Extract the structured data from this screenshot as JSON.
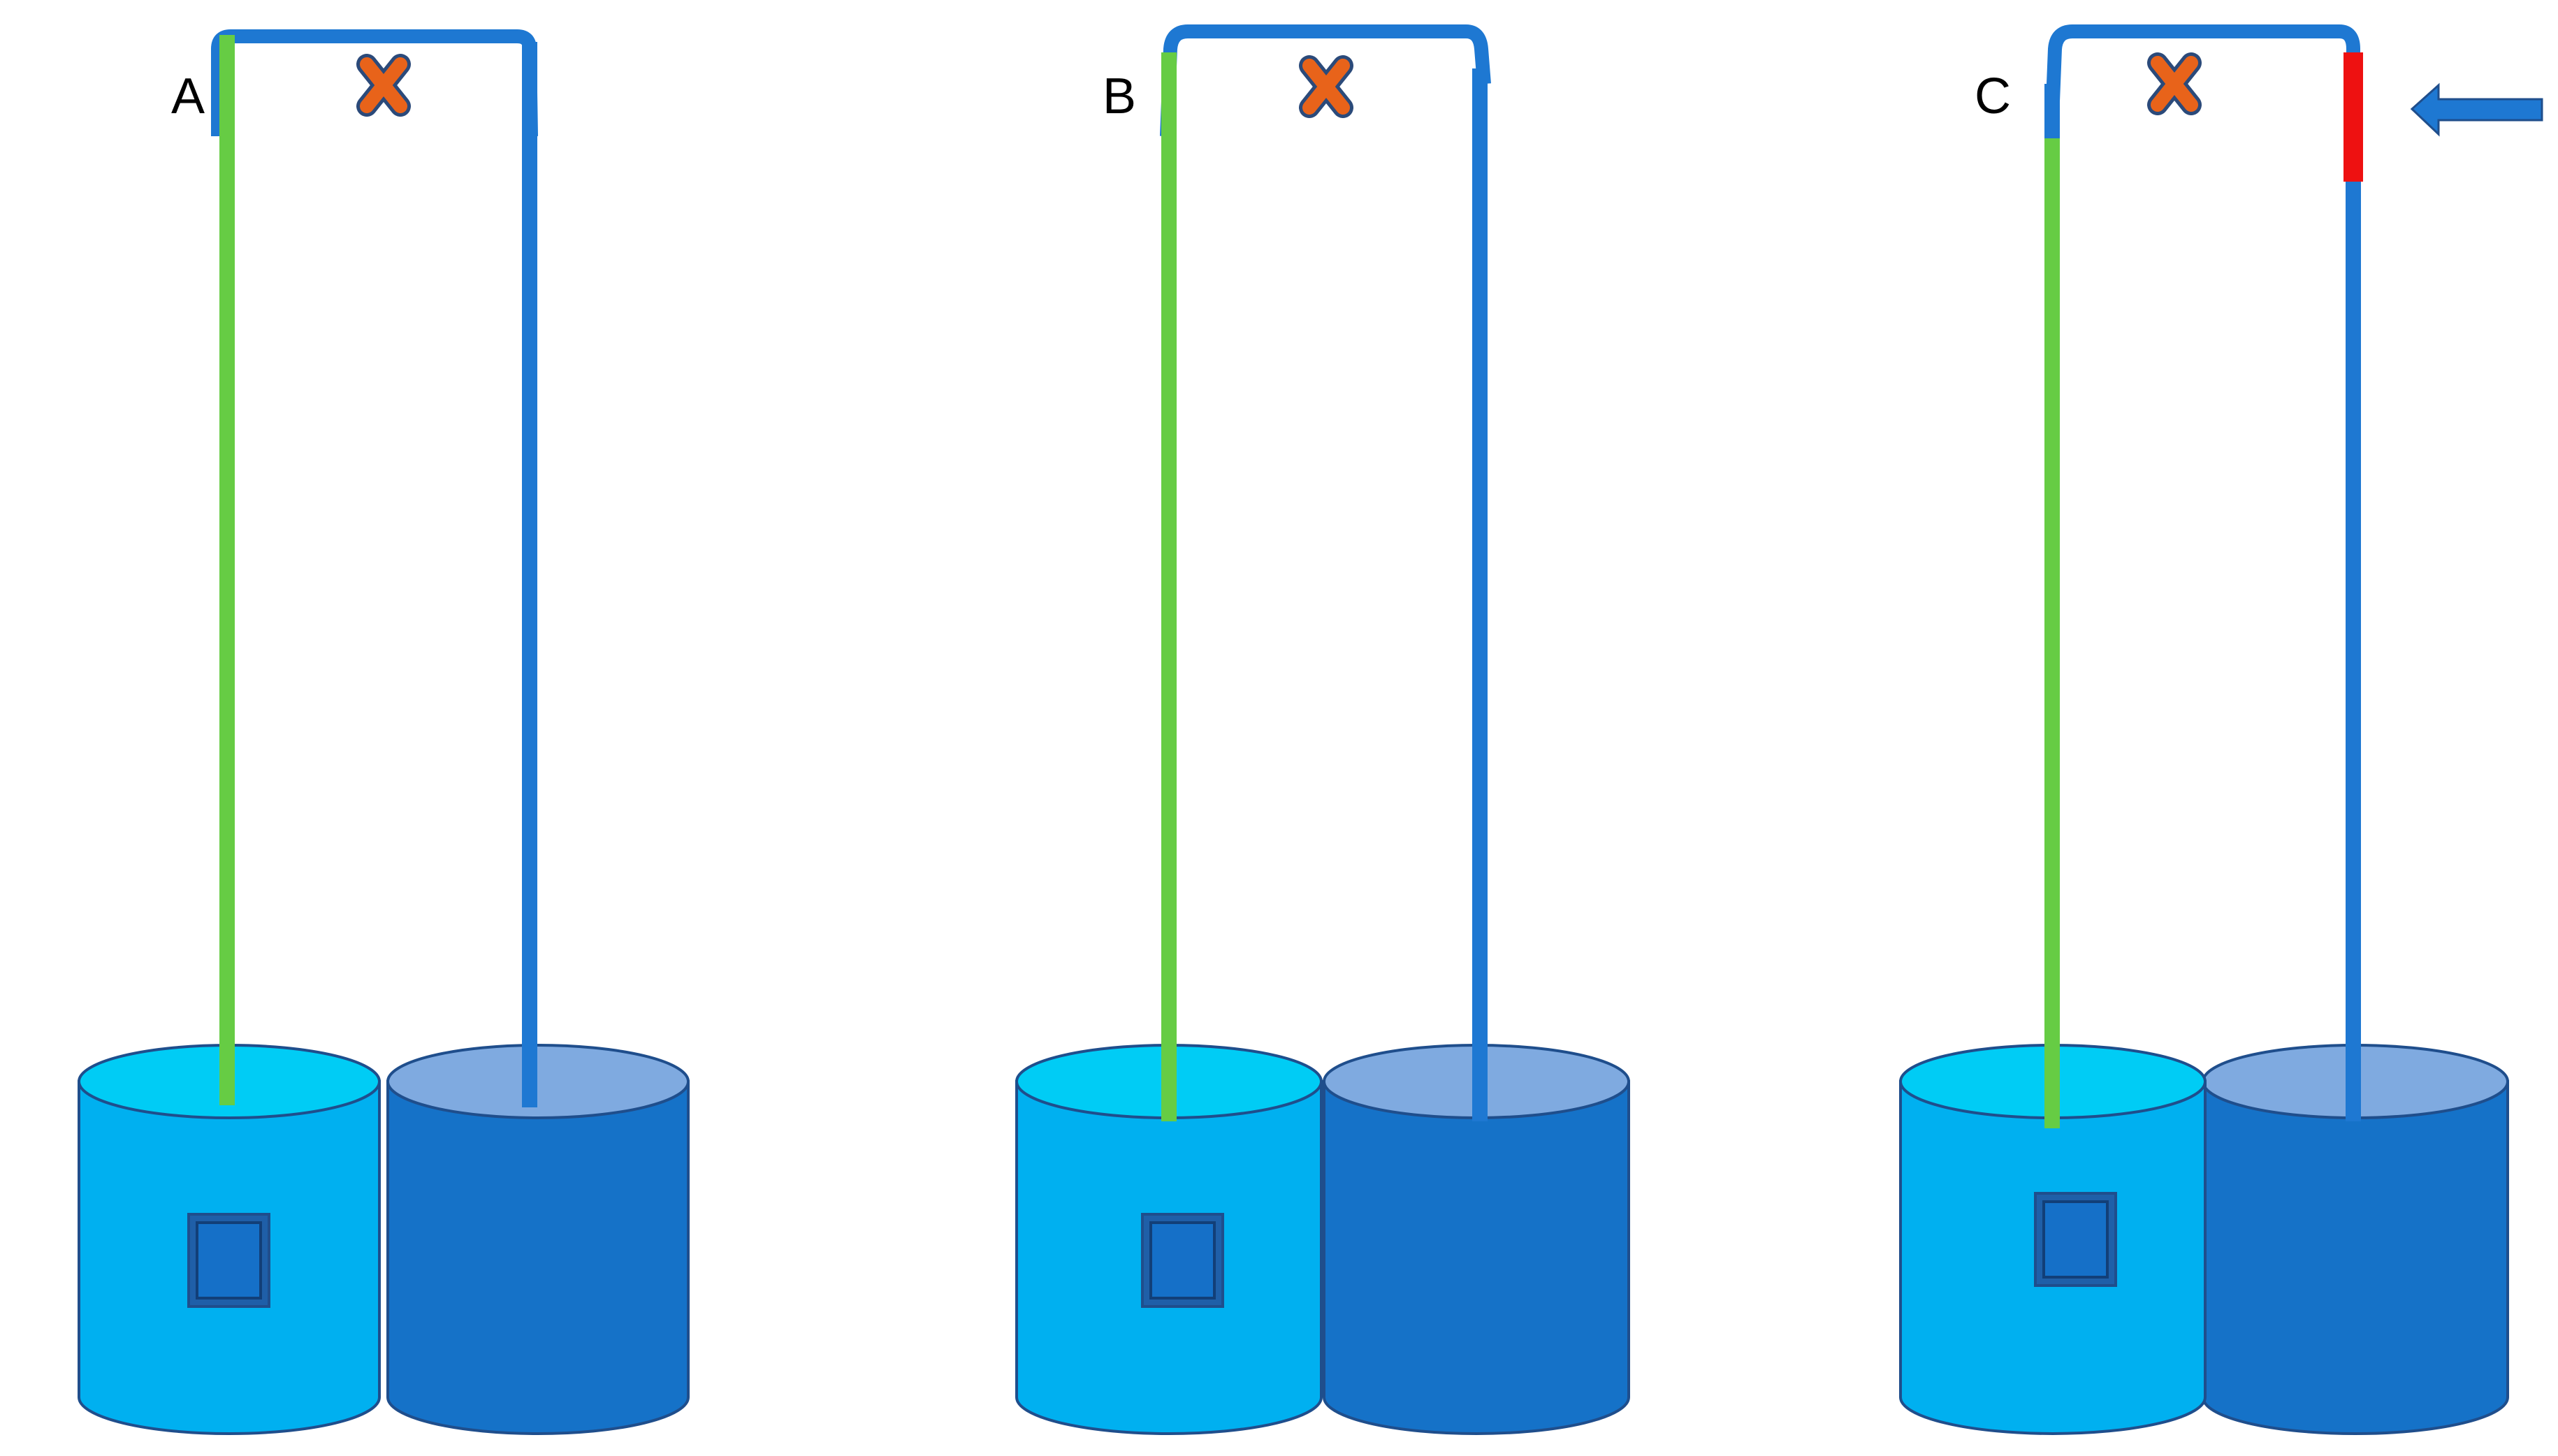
{
  "panels": [
    {
      "label": "A",
      "blocked": true,
      "left_tank_has_window": true,
      "right_tube_has_red_segment": false
    },
    {
      "label": "B",
      "blocked": true,
      "left_tank_has_window": true,
      "right_tube_has_red_segment": false
    },
    {
      "label": "C",
      "blocked": true,
      "left_tank_has_window": true,
      "right_tube_has_red_segment": true
    }
  ],
  "icons": {
    "block_marker": "x-mark-icon",
    "pointer": "left-arrow-icon"
  },
  "colors": {
    "tube_blue": "#1E78D2",
    "tube_green": "#66CC44",
    "highlight_red": "#EE1111",
    "x_orange": "#E8631A",
    "left_tank_body": "#00B0F0",
    "left_tank_top": "#00CCF5",
    "right_tank_body": "#1572C8",
    "right_tank_top": "#7FAAE0",
    "tank_outline": "#1F4E8C"
  }
}
